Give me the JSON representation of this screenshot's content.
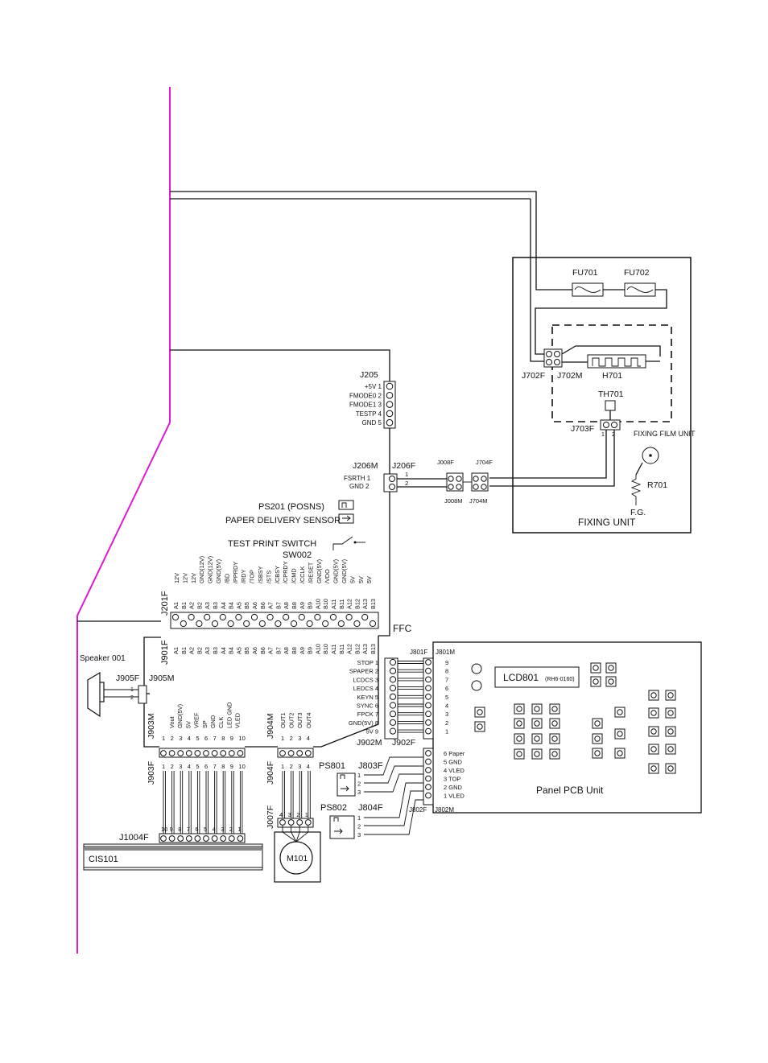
{
  "fixing": {
    "fu701": "FU701",
    "fu702": "FU702",
    "j702f": "J702F",
    "j702m": "J702M",
    "h701": "H701",
    "th701": "TH701",
    "j703f": "J703F",
    "film_unit": "FIXING FILM UNIT",
    "r701": "R701",
    "fg": "F.G.",
    "title": "FIXING UNIT"
  },
  "j205": {
    "name": "J205",
    "pins": [
      "+5V 1",
      "FMODE0 2",
      "FMODE1 3",
      "TESTP 4",
      "GND 5"
    ]
  },
  "j206": {
    "m": "J206M",
    "f": "J206F",
    "pins": [
      "FSRTH 1",
      "GND 2"
    ],
    "wire1": "1",
    "wire2": "2"
  },
  "j008": {
    "f": "J008F",
    "m": "J008M"
  },
  "j704": {
    "f": "J704F",
    "m": "J704M"
  },
  "sensors": {
    "ps201": "PS201 (POSNS)",
    "delivery": "PAPER DELIVERY SENSOR",
    "switch": "TEST PRINT SWITCH",
    "sw002": "SW002"
  },
  "j201": {
    "name": "J201F",
    "signals": [
      "12V",
      "12V",
      "12V",
      "GND(12V)",
      "GND(12V)",
      "GND(5V)",
      "/BD",
      "/PPRDY",
      "/RDY",
      "/TOP",
      "/SBSY",
      "/STS",
      "/CBSY",
      "/CPRDY",
      "/CMD",
      "/CCLK",
      "/RESET",
      "GND(5V)",
      "/VDO",
      "GND(5V)",
      "GND(5V)",
      "5V",
      "5V",
      "5V"
    ],
    "pins": [
      "A1",
      "B1",
      "A2",
      "B2",
      "A3",
      "B3",
      "A4",
      "B4",
      "A5",
      "B5",
      "A6",
      "B6",
      "A7",
      "B7",
      "A8",
      "B8",
      "A9",
      "B9",
      "A10",
      "B10",
      "A11",
      "B11",
      "A12",
      "B12",
      "A13",
      "B13"
    ]
  },
  "j901": {
    "name": "J901F",
    "pins": [
      "A1",
      "B1",
      "A2",
      "B2",
      "A3",
      "B3",
      "A4",
      "B4",
      "A5",
      "B5",
      "A6",
      "B6",
      "A7",
      "B7",
      "A8",
      "B8",
      "A9",
      "B9",
      "A10",
      "B10",
      "A11",
      "B11",
      "A12",
      "B12",
      "A13",
      "B13"
    ]
  },
  "ffc": "FFC",
  "speaker": {
    "label": "Speaker 001",
    "j905f": "J905F",
    "j905m": "J905M"
  },
  "j903": {
    "m": "J903M",
    "f": "J903F",
    "signals": [
      "Vout",
      "GND(5V)",
      "5V",
      "VREF",
      "SP",
      "GND",
      "CLK",
      "LED GND",
      "VLED"
    ],
    "numbers": [
      "1",
      "2",
      "3",
      "4",
      "5",
      "6",
      "7",
      "8",
      "9",
      "10"
    ]
  },
  "j904": {
    "m": "J904M",
    "f": "J904F",
    "signals": [
      "OUT1",
      "OUT2",
      "OUT3",
      "OUT4"
    ],
    "numbers": [
      "1",
      "2",
      "3",
      "4"
    ]
  },
  "j1004": {
    "name": "J1004F",
    "numbers": [
      "10",
      "9",
      "8",
      "7",
      "6",
      "5",
      "4",
      "3",
      "2",
      "1"
    ]
  },
  "cis": "CIS101",
  "motor": {
    "j007": "J007F",
    "numbers": [
      "4",
      "3",
      "2",
      "1"
    ],
    "name": "M101"
  },
  "j902": {
    "m": "J902M",
    "f": "J902F",
    "pins": [
      "STOP 1",
      "SPAPER 2",
      "LCDCS 3",
      "LEDCS 4",
      "KEYN 5",
      "SYNC 6",
      "FPCK 7",
      "GND(5V) 8",
      "5V 9"
    ]
  },
  "panel": {
    "j801f": "J801F",
    "j801m": "J801M",
    "j801_numbers": [
      "9",
      "8",
      "7",
      "6",
      "5",
      "4",
      "3",
      "2",
      "1"
    ],
    "lcd": "LCD801",
    "lcd_part": "(RH6-0160)",
    "j802": [
      "6 Paper",
      "5 GND",
      "4 VLED",
      "3 TOP",
      "2 GND",
      "1 VLED"
    ],
    "j802f": "J802F",
    "j802m": "J802M",
    "title": "Panel PCB Unit"
  },
  "ps801": {
    "name": "PS801",
    "j803f": "J803F",
    "pins": [
      "1",
      "2",
      "3"
    ]
  },
  "ps802": {
    "name": "PS802",
    "j804f": "J804F",
    "pins": [
      "1",
      "2",
      "3"
    ]
  },
  "colors": {
    "boundary": "#e01ad0",
    "ink": "#111111"
  }
}
